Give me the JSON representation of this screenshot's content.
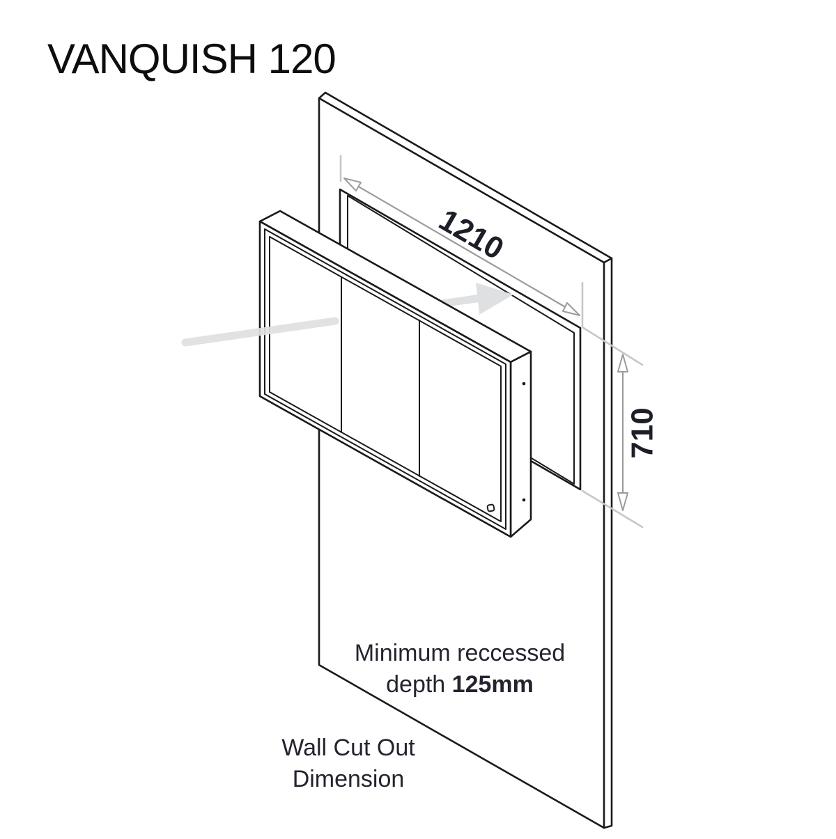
{
  "header": {
    "title": "VANQUISH 120"
  },
  "diagram": {
    "type": "isometric-installation-drawing",
    "subject": "mirror cabinet recessed into wall cut out",
    "dimensions": {
      "cutout_width": "1210",
      "cutout_height": "710"
    },
    "recessed_note": {
      "line1": "Minimum reccessed",
      "line2_prefix": "depth ",
      "depth_value": "125mm"
    },
    "caption": {
      "line1": "Wall Cut Out",
      "line2": "Dimension"
    },
    "colors": {
      "outline": "#1a1a1a",
      "dimension_line": "#9b9b9b",
      "extension_line": "#c7c7c7",
      "insert_arrow": "#dee0e2",
      "dimension_text": "#1c1e28",
      "note_text": "#23242e"
    }
  }
}
